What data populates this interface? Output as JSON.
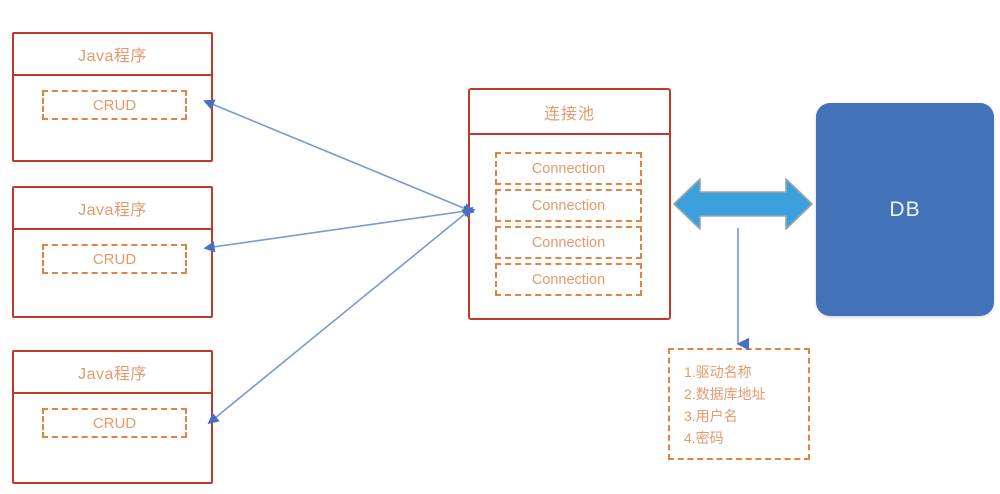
{
  "diagram": {
    "title": "JDBC Connection Pool Diagram",
    "colors": {
      "box_border_red": "#c0392b",
      "text_orange": "#e59a6e",
      "dashed_orange": "#e08444",
      "db_blue": "#4472b8",
      "arrow_blue": "#6f8fd0",
      "big_arrow_blue": "#3ca0dc",
      "big_arrow_outline": "#9aa5ad",
      "background": "#ffffff"
    }
  },
  "apps": [
    {
      "title": "Java程序",
      "inner_label": "CRUD"
    },
    {
      "title": "Java程序",
      "inner_label": "CRUD"
    },
    {
      "title": "Java程序",
      "inner_label": "CRUD"
    }
  ],
  "pool": {
    "title": "连接池",
    "connections": [
      {
        "label": "Connection"
      },
      {
        "label": "Connection"
      },
      {
        "label": "Connection"
      },
      {
        "label": "Connection"
      }
    ]
  },
  "database": {
    "label": "DB"
  },
  "properties": {
    "items": [
      "1.驱动名称",
      "2.数据库地址",
      "3.用户名",
      "4.密码"
    ]
  },
  "connectors": {
    "app_to_pool": [
      {
        "name": "app-1-to-pool",
        "bidirectional": true
      },
      {
        "name": "app-2-to-pool",
        "bidirectional": true
      },
      {
        "name": "app-3-to-pool",
        "bidirectional": true
      }
    ],
    "pool_to_db": {
      "name": "pool-to-db",
      "bidirectional": true,
      "style": "block-arrow"
    },
    "pool_to_properties": {
      "name": "pool-to-properties",
      "bidirectional": false,
      "style": "thin-arrow"
    }
  }
}
